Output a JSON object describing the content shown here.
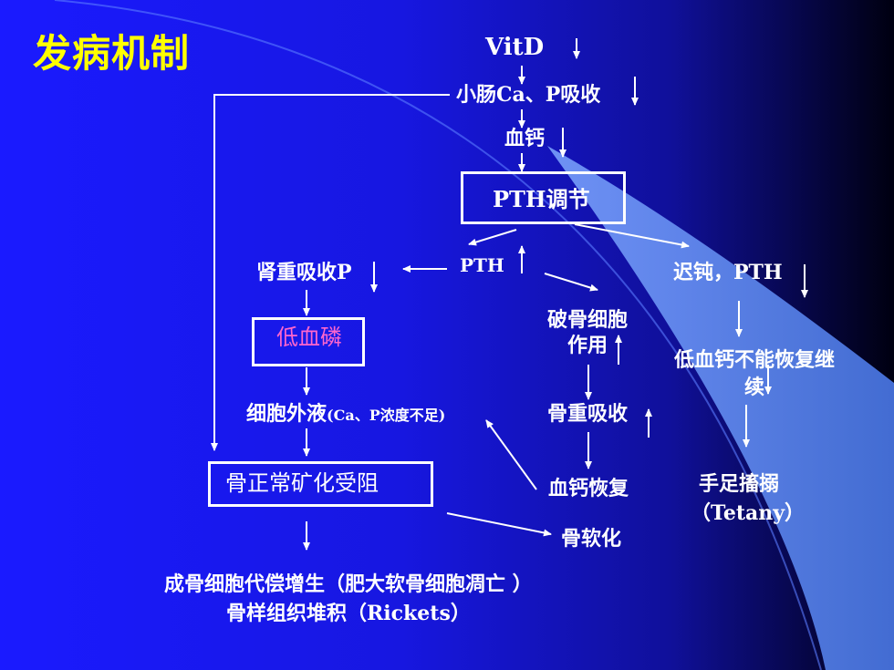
{
  "slide": {
    "title": "发病机制",
    "colors": {
      "title": "#ffff00",
      "pink_text": "#ff66cc",
      "text": "#ffffff"
    }
  },
  "nodes": {
    "vitd": "VitD",
    "intestine": "小肠Ca、P吸收",
    "blood_ca": "血钙",
    "pth_regulation": "PTH调节",
    "kidney": "肾重吸收P",
    "pth": "PTH",
    "delayed": "迟钝，PTH",
    "osteoclast": "破骨细胞作用",
    "hypophosphatemia": "低血磷",
    "hypocalcemia_persist": "低血钙不能恢复继续",
    "ecf_main": "细胞外液",
    "ecf_sub": "(Ca、P浓度不足)",
    "bone_resorption": "骨重吸收",
    "mineralization_blocked": "骨正常矿化受阻",
    "blood_ca_recovery": "血钙恢复",
    "tetany_cn": "手足搐搦",
    "tetany_en": "（Tetany）",
    "osteomalacia": "骨软化",
    "osteoblast_line": "成骨细胞代偿增生（肥大软骨细胞凋亡 ）",
    "osteoid_line": "骨样组织堆积（Rickets）"
  }
}
